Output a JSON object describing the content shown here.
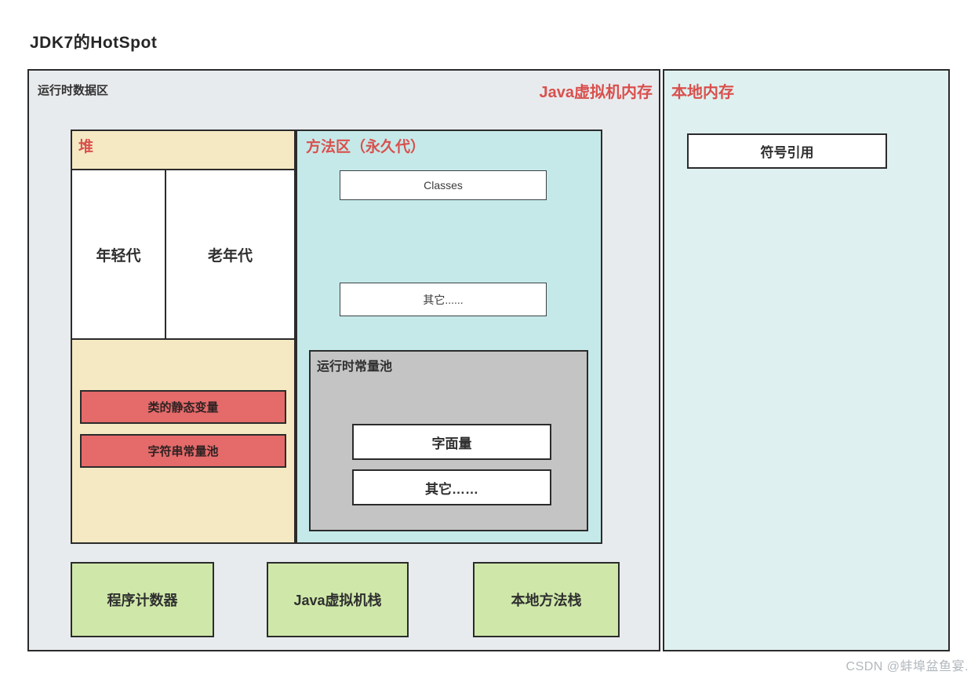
{
  "page": {
    "title": "JDK7的HotSpot",
    "watermark": "CSDN @蚌埠盆鱼宴."
  },
  "jvm": {
    "region_label": "运行时数据区",
    "memory_label": "Java虚拟机内存",
    "heap": {
      "label": "堆",
      "young_gen": "年轻代",
      "old_gen": "老年代",
      "class_static_vars": "类的静态变量",
      "string_constant_pool": "字符串常量池"
    },
    "method_area": {
      "label": "方法区（永久代）",
      "classes": "Classes",
      "others": "其它......",
      "runtime_constant_pool": {
        "label": "运行时常量池",
        "literals": "字面量",
        "others": "其它……"
      }
    },
    "stacks": {
      "pc_register": "程序计数器",
      "vm_stack": "Java虚拟机栈",
      "native_method_stack": "本地方法栈"
    }
  },
  "native": {
    "memory_label": "本地内存",
    "symbol_reference": "符号引用"
  },
  "colors": {
    "red_label": "#d9504d",
    "runtime_bg": "#e8ebee",
    "native_bg": "#def1f0",
    "heap_bg": "#f5e9c3",
    "method_bg": "#c5e9e9",
    "pool_bg": "#c4c4c4",
    "red_box_bg": "#e56a6a",
    "green_box_bg": "#cfe8a9",
    "border": "#2b2b2b"
  }
}
